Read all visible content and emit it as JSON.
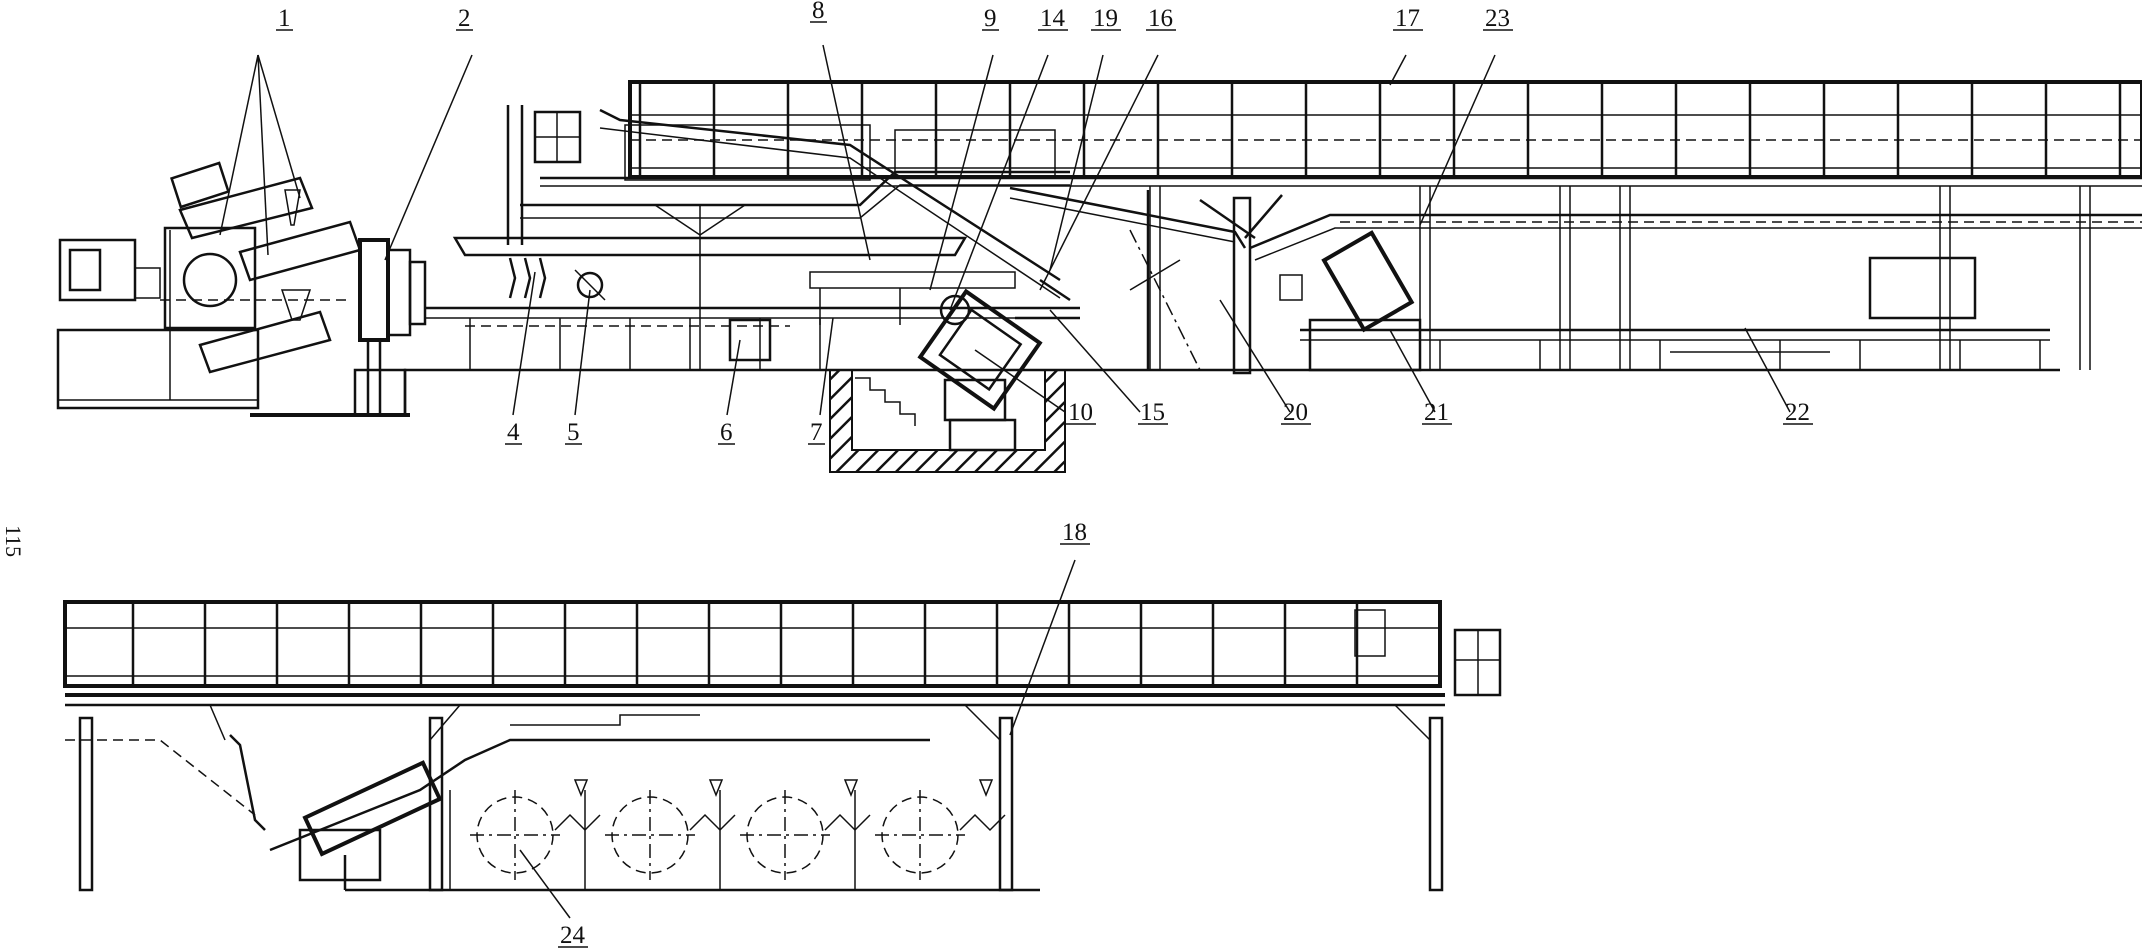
{
  "page_number": "115",
  "callouts": [
    {
      "id": "c1",
      "text": "1"
    },
    {
      "id": "c2",
      "text": "2"
    },
    {
      "id": "c4",
      "text": "4"
    },
    {
      "id": "c5",
      "text": "5"
    },
    {
      "id": "c6",
      "text": "6"
    },
    {
      "id": "c7",
      "text": "7"
    },
    {
      "id": "c8",
      "text": "8"
    },
    {
      "id": "c9",
      "text": "9"
    },
    {
      "id": "c10",
      "text": "10"
    },
    {
      "id": "c14",
      "text": "14"
    },
    {
      "id": "c15",
      "text": "15"
    },
    {
      "id": "c16",
      "text": "16"
    },
    {
      "id": "c17",
      "text": "17"
    },
    {
      "id": "c18",
      "text": "18"
    },
    {
      "id": "c19",
      "text": "19"
    },
    {
      "id": "c20",
      "text": "20"
    },
    {
      "id": "c21",
      "text": "21"
    },
    {
      "id": "c22",
      "text": "22"
    },
    {
      "id": "c23",
      "text": "23"
    },
    {
      "id": "c24",
      "text": "24"
    }
  ],
  "colors": {
    "ink": "#111111",
    "hatch": "#111111",
    "background": "#ffffff"
  }
}
